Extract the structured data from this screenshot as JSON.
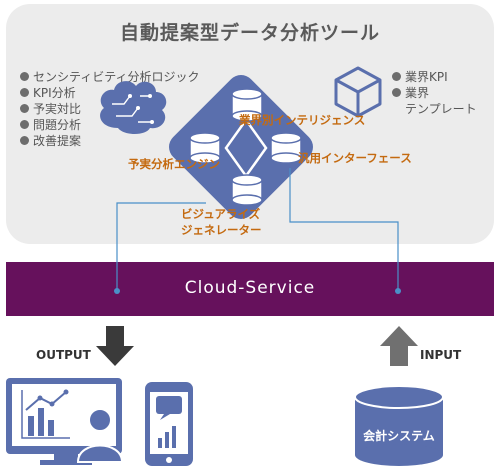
{
  "title": "自動提案型データ分析ツール",
  "left_features": [
    "センシティビティ分析ロジック",
    "KPI分析",
    "予実対比",
    "問題分析",
    "改善提案"
  ],
  "right_features": [
    {
      "lines": [
        "業界KPI"
      ]
    },
    {
      "lines": [
        "業界",
        "テンプレート"
      ]
    }
  ],
  "core_labels": {
    "industry_intelligence": "業界別インテリジェンス",
    "forecast_engine": "予実分析エンジン",
    "generic_interface": "汎用インターフェース",
    "visualize_generator_line1": "ビジュアライズ",
    "visualize_generator_line2": "ジェネレーター"
  },
  "cloud": {
    "label": "Cloud-Service"
  },
  "output": {
    "label": "OUTPUT"
  },
  "input": {
    "label": "INPUT"
  },
  "accounting_system": {
    "label": "会計システム"
  },
  "colors": {
    "panel": "#ececec",
    "diamond": "#5a6fad",
    "cloud": "#66115c",
    "accent_text": "#c46a10",
    "icon_blue": "#5a6fad",
    "connector": "#4a90c8"
  }
}
